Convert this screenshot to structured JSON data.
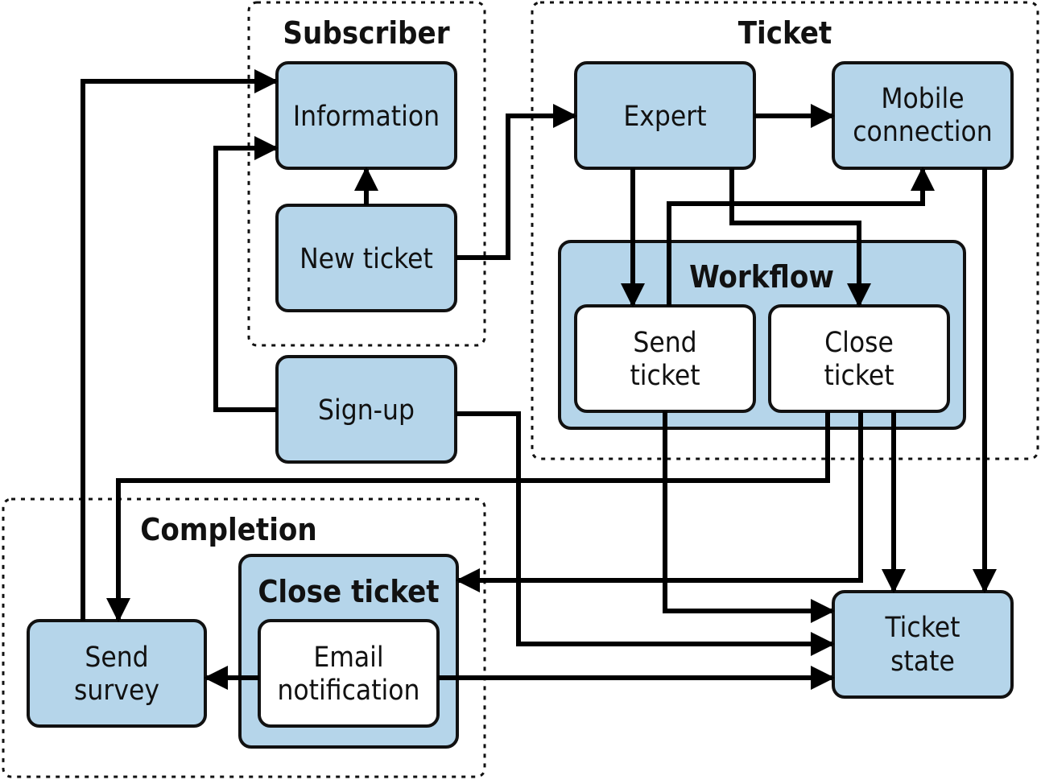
{
  "colors": {
    "box_fill": "#b5d5ea",
    "inner_box_fill": "#ffffff",
    "line": "#000000"
  },
  "groups": {
    "subscriber": "Subscriber",
    "ticket": "Ticket",
    "completion": "Completion"
  },
  "containers": {
    "workflow": "Workflow",
    "close_ticket": "Close ticket"
  },
  "nodes": {
    "information": [
      "Information"
    ],
    "new_ticket": [
      "New ticket"
    ],
    "sign_up": [
      "Sign-up"
    ],
    "expert": [
      "Expert"
    ],
    "mobile_connection": [
      "Mobile",
      "connection"
    ],
    "send_ticket": [
      "Send",
      "ticket"
    ],
    "close_ticket_wf": [
      "Close",
      "ticket"
    ],
    "send_survey": [
      "Send",
      "survey"
    ],
    "email_notification": [
      "Email",
      "notification"
    ],
    "ticket_state": [
      "Ticket",
      "state"
    ]
  }
}
